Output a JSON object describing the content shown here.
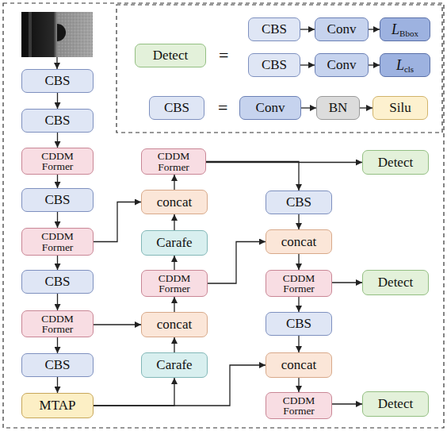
{
  "diagram": {
    "nodes": [
      {
        "text": [
          "Detect"
        ]
      },
      {
        "text": [
          "CBS"
        ]
      },
      {
        "text": [
          "Conv"
        ]
      },
      {
        "text": [
          "L",
          "Bbox"
        ]
      },
      {
        "text": [
          "CBS"
        ]
      },
      {
        "text": [
          "Conv"
        ]
      },
      {
        "text": [
          "L",
          "cls"
        ]
      },
      {
        "text": [
          "CBS"
        ]
      },
      {
        "text": [
          "Conv"
        ]
      },
      {
        "text": [
          "BN"
        ]
      },
      {
        "text": [
          "Silu"
        ]
      },
      {
        "text": [
          "CBS"
        ]
      },
      {
        "text": [
          "CBS"
        ]
      },
      {
        "text": [
          "CDDM Former"
        ]
      },
      {
        "text": [
          "CBS"
        ]
      },
      {
        "text": [
          "CDDM Former"
        ]
      },
      {
        "text": [
          "CBS"
        ]
      },
      {
        "text": [
          "CDDM Former"
        ]
      },
      {
        "text": [
          "CBS"
        ]
      },
      {
        "text": [
          "MTAP"
        ]
      },
      {
        "text": [
          "CDDM Former"
        ]
      },
      {
        "text": [
          "concat"
        ]
      },
      {
        "text": [
          "Carafe"
        ]
      },
      {
        "text": [
          "CDDM Former"
        ]
      },
      {
        "text": [
          "concat"
        ]
      },
      {
        "text": [
          "Carafe"
        ]
      },
      {
        "text": [
          "CBS"
        ]
      },
      {
        "text": [
          "concat"
        ]
      },
      {
        "text": [
          "CDDM Former"
        ]
      },
      {
        "text": [
          "CBS"
        ]
      },
      {
        "text": [
          "concat"
        ]
      },
      {
        "text": [
          "CDDM Former"
        ]
      },
      {
        "text": [
          "Detect"
        ]
      },
      {
        "text": [
          "Detect"
        ]
      },
      {
        "text": [
          "Detect"
        ]
      }
    ],
    "edges": [
      {
        "from": 1,
        "to": 2,
        "arrow": "to"
      },
      {
        "from": 2,
        "to": 3,
        "arrow": "to"
      },
      {
        "from": 4,
        "to": 5,
        "arrow": "to"
      },
      {
        "from": 5,
        "to": 6,
        "arrow": "to"
      },
      {
        "from": 8,
        "to": 9,
        "arrow": "to"
      },
      {
        "from": 9,
        "to": 10,
        "arrow": "to"
      },
      {
        "from": 11,
        "to": 12,
        "arrow": "to"
      },
      {
        "from": 12,
        "to": 13,
        "arrow": "to"
      },
      {
        "from": 13,
        "to": 14,
        "arrow": "to"
      },
      {
        "from": 14,
        "to": 15,
        "arrow": "to"
      },
      {
        "from": 15,
        "to": 16,
        "arrow": "to"
      },
      {
        "from": 16,
        "to": 17,
        "arrow": "to"
      },
      {
        "from": 17,
        "to": 18,
        "arrow": "to"
      },
      {
        "from": 18,
        "to": 19,
        "arrow": "to"
      },
      {
        "from": 19,
        "to": 25,
        "arrow": "to"
      },
      {
        "from": 19,
        "to": 30,
        "arrow": "to"
      },
      {
        "from": 25,
        "to": 24,
        "arrow": "to"
      },
      {
        "from": 17,
        "to": 24,
        "arrow": "to"
      },
      {
        "from": 24,
        "to": 23,
        "arrow": "to"
      },
      {
        "from": 23,
        "to": 22,
        "arrow": "to"
      },
      {
        "from": 23,
        "to": 27,
        "arrow": "to"
      },
      {
        "from": 22,
        "to": 21,
        "arrow": "to"
      },
      {
        "from": 15,
        "to": 21,
        "arrow": "to"
      },
      {
        "from": 21,
        "to": 20,
        "arrow": "to"
      },
      {
        "from": 20,
        "to": 32,
        "arrow": "to"
      },
      {
        "from": 20,
        "to": 26,
        "arrow": "to"
      },
      {
        "from": 26,
        "to": 27,
        "arrow": "to"
      },
      {
        "from": 27,
        "to": 28,
        "arrow": "to"
      },
      {
        "from": 28,
        "to": 33,
        "arrow": "to"
      },
      {
        "from": 28,
        "to": 29,
        "arrow": "to"
      },
      {
        "from": 29,
        "to": 30,
        "arrow": "to"
      },
      {
        "from": 30,
        "to": 31,
        "arrow": "to"
      },
      {
        "from": 31,
        "to": 34,
        "arrow": "to"
      }
    ],
    "labels": [
      "=",
      "="
    ]
  }
}
